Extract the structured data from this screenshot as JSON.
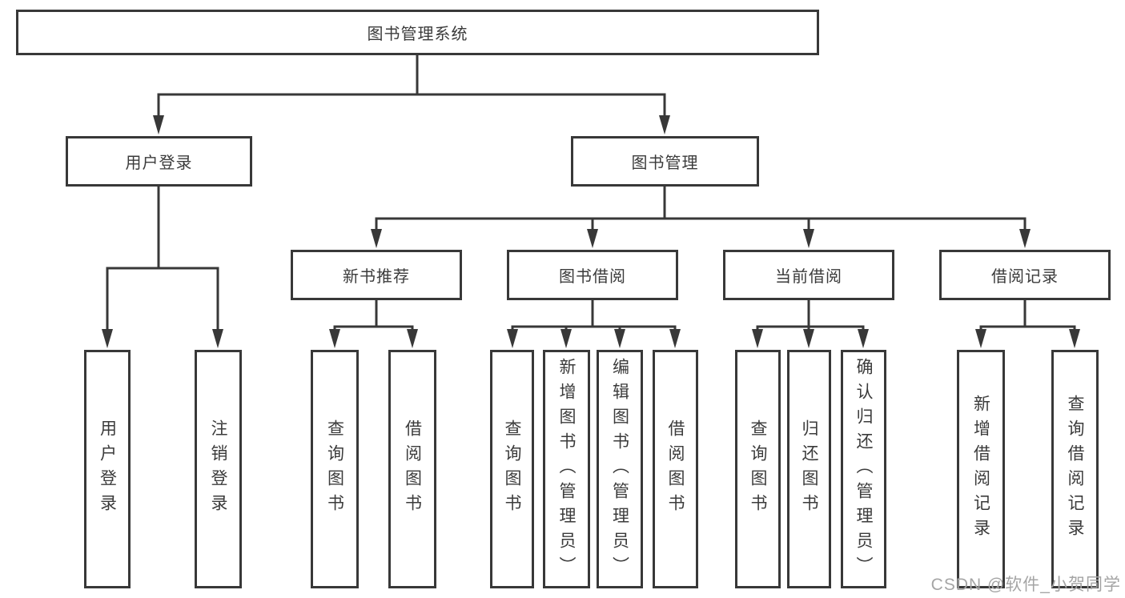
{
  "tree": {
    "label": "图书管理系统",
    "children": [
      {
        "label": "用户登录",
        "children": [
          {
            "label": "用户登录"
          },
          {
            "label": "注销登录"
          }
        ]
      },
      {
        "label": "图书管理",
        "children": [
          {
            "label": "新书推荐",
            "children": [
              {
                "label": "查询图书"
              },
              {
                "label": "借阅图书"
              }
            ]
          },
          {
            "label": "图书借阅",
            "children": [
              {
                "label": "查询图书"
              },
              {
                "label": "新增图书（管理员）"
              },
              {
                "label": "编辑图书（管理员）"
              },
              {
                "label": "借阅图书"
              }
            ]
          },
          {
            "label": "当前借阅",
            "children": [
              {
                "label": "查询图书"
              },
              {
                "label": "归还图书"
              },
              {
                "label": "确认归还（管理员）"
              }
            ]
          },
          {
            "label": "借阅记录",
            "children": [
              {
                "label": "新增借阅记录"
              },
              {
                "label": "查询借阅记录"
              }
            ]
          }
        ]
      }
    ]
  },
  "watermark": {
    "text": "CSDN @软件_小贺同学"
  },
  "colors": {
    "line": "#383838",
    "text": "#3b3b3b",
    "background": "#ffffff",
    "watermark": "#a5a5a5"
  }
}
